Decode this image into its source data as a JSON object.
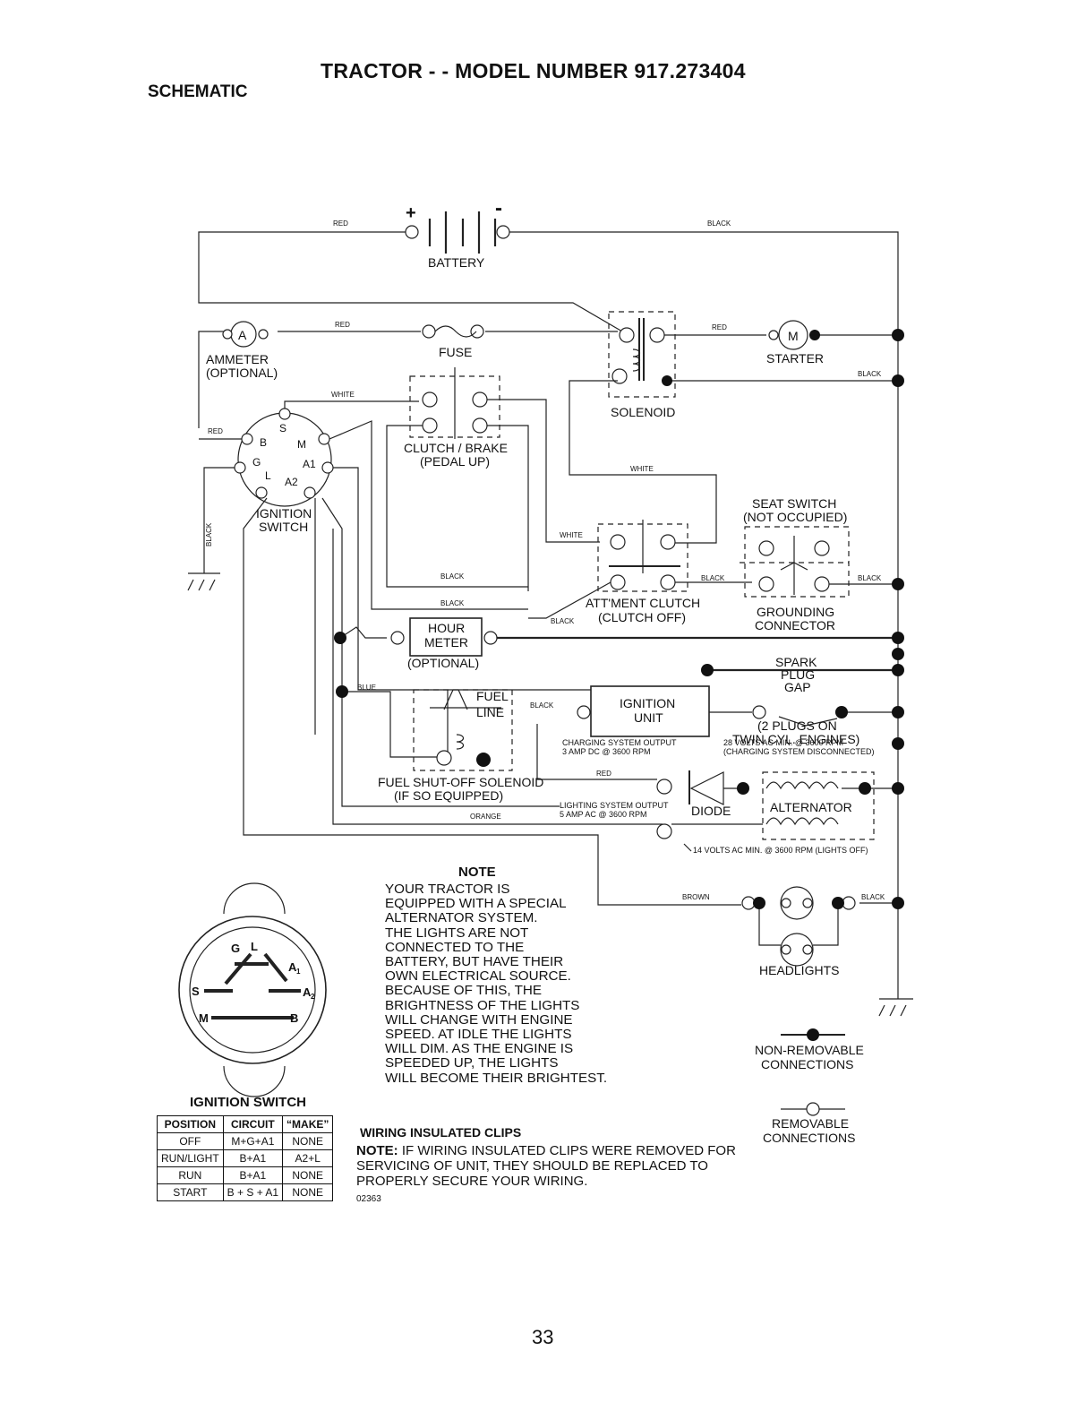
{
  "header": {
    "title": "TRACTOR - - MODEL NUMBER 917.273404",
    "section": "SCHEMATIC"
  },
  "labels": {
    "battery": "BATTERY",
    "battery_plus": "+",
    "battery_minus": "-",
    "ammeter": "AMMETER",
    "ammeter_symbol": "A",
    "optional": "(OPTIONAL)",
    "fuse": "FUSE",
    "solenoid": "SOLENOID",
    "starter": "STARTER",
    "starter_symbol": "M",
    "clutch_brake": "CLUTCH / BRAKE",
    "pedal_up": "(PEDAL UP)",
    "ignition_switch_l1": "IGNITION",
    "ignition_switch_l2": "SWITCH",
    "seat_switch": "SEAT SWITCH",
    "not_occupied": "(NOT OCCUPIED)",
    "grounding": "GROUNDING",
    "connector": "CONNECTOR",
    "attment_clutch": "ATT'MENT CLUTCH",
    "clutch_off": "(CLUTCH OFF)",
    "hour": "HOUR",
    "meter": "METER",
    "meter_optional": "(OPTIONAL)",
    "ignition_unit_l1": "IGNITION",
    "ignition_unit_l2": "UNIT",
    "spark": "SPARK",
    "plug": "PLUG",
    "gap": "GAP",
    "plugs_on": "(2 PLUGS ON",
    "twin_cyl": "TWIN CYL. ENGINES)",
    "fuel": "FUEL",
    "line": "LINE",
    "fuel_solenoid": "FUEL SHUT-OFF SOLENOID",
    "if_so_equipped": "(IF SO EQUIPPED)",
    "charging_output_l1": "CHARGING SYSTEM OUTPUT",
    "charging_output_l2": "3 AMP DC @ 3600 RPM",
    "volts28_l1": "28 VOLTS AC MIN. @ 3600 RPM",
    "volts28_l2": "(CHARGING SYSTEM DISCONNECTED)",
    "lighting_output_l1": "LIGHTING SYSTEM OUTPUT",
    "lighting_output_l2": "5 AMP AC @ 3600 RPM",
    "diode": "DIODE",
    "alternator": "ALTERNATOR",
    "volts14": "14 VOLTS AC MIN. @ 3600 RPM (LIGHTS OFF)",
    "headlights": "HEADLIGHTS",
    "non_removable_l1": "NON-REMOVABLE",
    "non_removable_l2": "CONNECTIONS",
    "removable_l1": "REMOVABLE",
    "removable_l2": "CONNECTIONS",
    "terminals": {
      "b": "B",
      "s": "S",
      "m": "M",
      "g": "G",
      "a1": "A1",
      "l": "L",
      "a2": "A2"
    },
    "switch_face": {
      "g": "G",
      "l": "L",
      "a1": "A",
      "a1_sub": "1",
      "a2": "A",
      "a2_sub": "2",
      "s": "S",
      "m": "M",
      "b": "B"
    }
  },
  "wires": {
    "red": "RED",
    "black": "BLACK",
    "white": "WHITE",
    "blue": "BLUE",
    "orange": "ORANGE",
    "brown": "BROWN"
  },
  "note": {
    "title": "NOTE",
    "lines": [
      "YOUR TRACTOR IS",
      "EQUIPPED WITH A SPECIAL",
      "ALTERNATOR SYSTEM.",
      "THE LIGHTS ARE NOT",
      "CONNECTED TO THE",
      "BATTERY, BUT HAVE THEIR",
      "OWN ELECTRICAL SOURCE.",
      "BECAUSE OF THIS, THE",
      "BRIGHTNESS OF THE LIGHTS",
      "WILL CHANGE WITH ENGINE",
      "SPEED.  AT IDLE THE LIGHTS",
      "WILL DIM.  AS THE ENGINE IS",
      "SPEEDED UP, THE LIGHTS",
      "WILL BECOME THEIR BRIGHTEST."
    ]
  },
  "ignition_table": {
    "caption": "IGNITION SWITCH",
    "headers": [
      "POSITION",
      "CIRCUIT",
      "“MAKE”"
    ],
    "rows": [
      [
        "OFF",
        "M+G+A1",
        "NONE"
      ],
      [
        "RUN/LIGHT",
        "B+A1",
        "A2+L"
      ],
      [
        "RUN",
        "B+A1",
        "NONE"
      ],
      [
        "START",
        "B + S + A1",
        "NONE"
      ]
    ]
  },
  "clips": {
    "title": "WIRING INSULATED CLIPS",
    "note_label": "NOTE:",
    "line1": " IF WIRING INSULATED CLIPS WERE REMOVED FOR",
    "line2": "SERVICING OF UNIT, THEY SHOULD BE REPLACED TO",
    "line3": "PROPERLY SECURE YOUR WIRING.",
    "code": "02363"
  },
  "page_number": "33"
}
